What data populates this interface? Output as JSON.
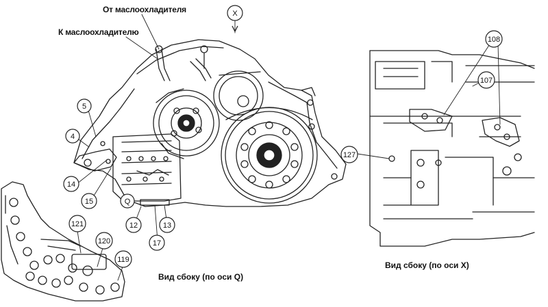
{
  "labels": {
    "from_oil_cooler": "От маслоохладителя",
    "to_oil_cooler": "К маслоохладителю",
    "view_q": "Вид сбоку (по оси Q)",
    "view_x": "Вид сбоку (по оси X)"
  },
  "markers": {
    "x": "X",
    "q": "Q"
  },
  "callouts": {
    "c5": "5",
    "c4": "4",
    "c14": "14",
    "c15": "15",
    "c12": "12",
    "c13": "13",
    "c17": "17",
    "c121": "121",
    "c120": "120",
    "c119": "119",
    "c108": "108",
    "c107": "107",
    "c127": "127"
  },
  "colors": {
    "line": "#222222",
    "background": "#ffffff"
  }
}
